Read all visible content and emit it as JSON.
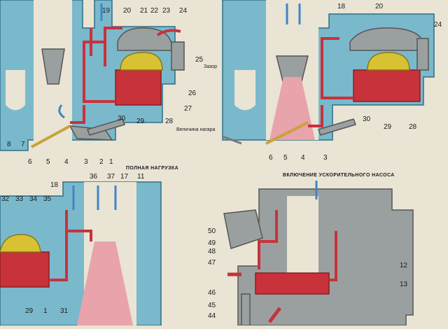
{
  "colors": {
    "paper": "#e9e4d4",
    "housing": "#7ab9cc",
    "housing_dark": "#2f6e86",
    "fuel": "#c8323a",
    "fuel_dark": "#8c1d25",
    "float": "#d8c233",
    "air": "#3f86c4",
    "mixture": "#e8a3ab",
    "metal": "#9aa0a0",
    "leader": "#2a2a2a"
  },
  "panels": {
    "top_left": {
      "labels": [
        "19",
        "20",
        "21",
        "22",
        "23",
        "24",
        "25",
        "26",
        "27",
        "28",
        "29",
        "30",
        "1",
        "2",
        "3",
        "4",
        "5",
        "6",
        "7",
        "8"
      ],
      "annotations": [
        "Зазор",
        "Величина нагара"
      ]
    },
    "top_right": {
      "labels": [
        "18",
        "20",
        "24",
        "28",
        "29",
        "30",
        "3",
        "4",
        "5",
        "6"
      ]
    },
    "bottom_left": {
      "caption": "ПОЛНАЯ НАГРУЗКА",
      "labels": [
        "32",
        "33",
        "34",
        "35",
        "18",
        "36",
        "37",
        "17",
        "11",
        "29",
        "1",
        "31"
      ]
    },
    "bottom_right": {
      "caption": "ВКЛЮЧЕНИЕ УСКОРИТЕЛЬНОГО НАСОСА",
      "labels": [
        "50",
        "49",
        "48",
        "47",
        "46",
        "45",
        "44",
        "12",
        "13"
      ]
    }
  }
}
